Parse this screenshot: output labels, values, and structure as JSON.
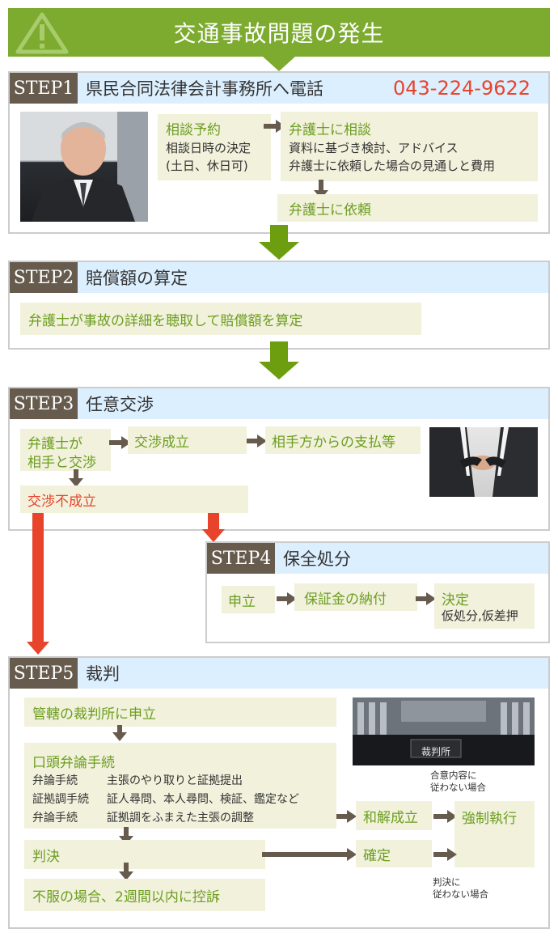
{
  "banner": {
    "title": "交通事故問題の発生"
  },
  "step1": {
    "label": "STEP1",
    "title": "県民合同法律会計事務所へ電話",
    "phone": "043-224-9622",
    "reserve_title": "相談予約",
    "reserve_desc1": "相談日時の決定",
    "reserve_desc2": "(土日、休日可)",
    "consult_title": "弁護士に相談",
    "consult_desc1": "資料に基づき検討、アドバイス",
    "consult_desc2": "弁護士に依頼した場合の見通しと費用",
    "request": "弁護士に依頼"
  },
  "step2": {
    "label": "STEP2",
    "title": "賠償額の算定",
    "desc": "弁護士が事故の詳細を聴取して賠償額を算定"
  },
  "step3": {
    "label": "STEP3",
    "title": "任意交渉",
    "negotiate1": "弁護士が",
    "negotiate2": "相手と交渉",
    "success": "交渉成立",
    "payment": "相手方からの支払等",
    "fail": "交渉不成立"
  },
  "step4": {
    "label": "STEP4",
    "title": "保全処分",
    "apply": "申立",
    "deposit": "保証金の納付",
    "decision": "決定",
    "decision_desc": "仮処分,仮差押"
  },
  "step5": {
    "label": "STEP5",
    "title": "裁判",
    "file": "管轄の裁判所に申立",
    "oral_title": "口頭弁論手続",
    "rows": [
      {
        "name": "弁論手続",
        "desc": "主張のやり取りと証拠提出"
      },
      {
        "name": "証拠調手続",
        "desc": "証人尋問、本人尋問、検証、鑑定など"
      },
      {
        "name": "弁論手続",
        "desc": "証拠調をふまえた主張の調整"
      }
    ],
    "judgment": "判決",
    "appeal": "不服の場合、2週間以内に控訴",
    "settlement": "和解成立",
    "final": "確定",
    "enforce": "強制執行",
    "note_top1": "合意内容に",
    "note_top2": "従わない場合",
    "note_bottom1": "判決に",
    "note_bottom2": "従わない場合",
    "court_sign": "裁判所"
  }
}
